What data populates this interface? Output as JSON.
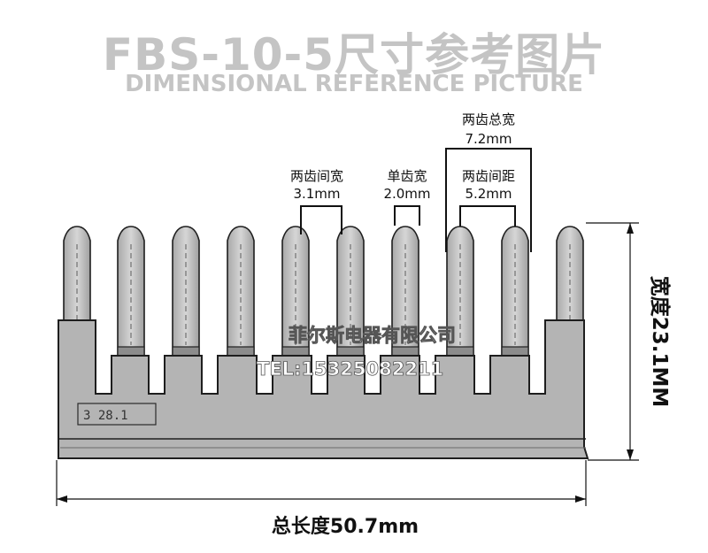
{
  "title": "FBS-10-5尺寸参考图片",
  "subtitle": "DIMENSIONAL REFERENCE PICTURE",
  "annotations": {
    "gap_between_teeth": {
      "label": "两齿间宽",
      "value": "3.1mm"
    },
    "single_tooth_width": {
      "label": "单齿宽",
      "value": "2.0mm"
    },
    "two_teeth_total_width": {
      "label": "两齿总宽",
      "value": "7.2mm"
    },
    "two_teeth_spacing": {
      "label": "两齿间距",
      "value": "5.2mm"
    }
  },
  "total_length": "总长度50.7mm",
  "width": "宽度23.1MM",
  "part_marking": "3   28.1",
  "watermark": {
    "company": "菲尔斯电器有限公司",
    "tel": "TEL:15325082211"
  },
  "colors": {
    "part_fill": "#b4b4b4",
    "outline": "#1e1e1e",
    "title_gray": "#c4c4c4"
  }
}
